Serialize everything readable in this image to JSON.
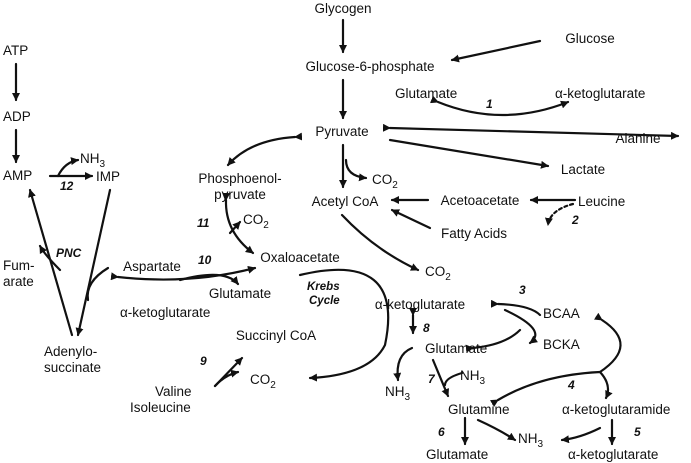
{
  "labels": {
    "glycogen": "Glycogen",
    "glucose": "Glucose",
    "g6p": "Glucose-6-phosphate",
    "glutamate_top": "Glutamate",
    "akg_top": "α-ketoglutarate",
    "atp": "ATP",
    "adp": "ADP",
    "amp": "AMP",
    "imp": "IMP",
    "nh3_left_base": "NH",
    "nh3_left_sub": "3",
    "pyruvate": "Pyruvate",
    "alanine": "Alanine",
    "lactate": "Lactate",
    "pep_line1": "Phosphoenol-",
    "pep_line2": "pyruvate",
    "co2_1_base": "CO",
    "co2_1_sub": "2",
    "acetyl_coa": "Acetyl CoA",
    "acetoacetate": "Acetoacetate",
    "leucine": "Leucine",
    "fatty_acids": "Fatty Acids",
    "co2_2_base": "CO",
    "co2_2_sub": "2",
    "oxaloacetate": "Oxaloacetate",
    "aspartate": "Aspartate",
    "fumarate_line1": "Fum-",
    "fumarate_line2": "arate",
    "pnc": "PNC",
    "co2_3_base": "CO",
    "co2_3_sub": "2",
    "glutamate_mid": "Glutamate",
    "akg_left": "α-ketoglutarate",
    "krebs": "Krebs",
    "cycle": "Cycle",
    "akg_center": "α-ketoglutarate",
    "bcaa": "BCAA",
    "bcka": "BCKA",
    "glutamate_right": "Glutamate",
    "succinyl_coa": "Succinyl CoA",
    "adenylo_line1": "Adenylo-",
    "adenylo_line2": "succinate",
    "nh3_mid_base": "NH",
    "nh3_mid_sub": "3",
    "nh3_low_base": "NH",
    "nh3_low_sub": "3",
    "valine": "Valine",
    "isoleucine": "Isoleucine",
    "co2_4_base": "CO",
    "co2_4_sub": "2",
    "glutamine": "Glutamine",
    "akg_amide": "α-ketoglutaramide",
    "glutamate_bottom": "Glutamate",
    "nh3_bottom_base": "NH",
    "nh3_bottom_sub": "3",
    "akg_bottom": "α-ketoglutarate"
  },
  "steps": {
    "s1": "1",
    "s2": "2",
    "s3": "3",
    "s4": "4",
    "s5": "5",
    "s6": "6",
    "s7": "7",
    "s8": "8",
    "s9": "9",
    "s10": "10",
    "s11": "11",
    "s12": "12"
  }
}
